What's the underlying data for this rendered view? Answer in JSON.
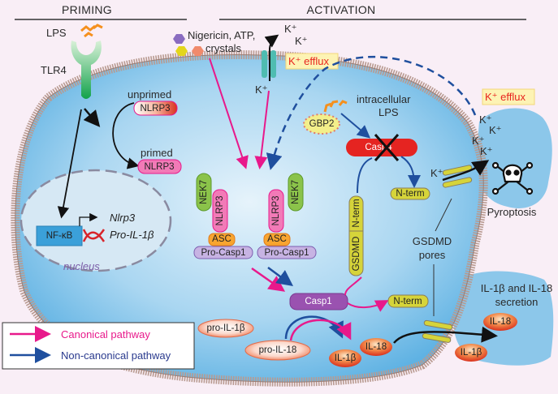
{
  "headers": {
    "priming": "PRIMING",
    "activation": "ACTIVATION"
  },
  "priming": {
    "lps": "LPS",
    "tlr4": "TLR4",
    "unprimed": "unprimed",
    "primed": "primed",
    "nlrp3": "NLRP3",
    "nfkb": "NF-κB",
    "gene1": "Nlrp3",
    "gene2": "Pro-IL-1β",
    "nucleus": "nucleus"
  },
  "activation": {
    "stimuli_line1": "Nigericin, ATP,",
    "stimuli_line2": "crystals",
    "k": "K⁺",
    "k_efflux": "K⁺ efflux",
    "intracellular_line1": "intracellular",
    "intracellular_line2": "LPS",
    "gbp2": "GBP2",
    "casp4": "Casp4",
    "n_term": "N-term",
    "gsdmd": "GSDMD",
    "nek7": "NEK7",
    "nlrp3": "NLRP3",
    "asc": "ASC",
    "pro_casp1": "Pro-Casp1",
    "casp1": "Casp1",
    "pro_il1b": "pro-IL-1β",
    "pro_il18": "pro-IL-18",
    "il1b": "IL-1β",
    "il18": "IL-18",
    "gsdmd_pores_line1": "GSDMD",
    "gsdmd_pores_line2": "pores",
    "pyroptosis": "Pyroptosis",
    "secretion_line1": "IL-1β and IL-18",
    "secretion_line2": "secretion"
  },
  "legend": {
    "canonical": "Canonical pathway",
    "non_canonical": "Non-canonical pathway"
  },
  "colors": {
    "canonical": "#e8198b",
    "non_canonical": "#1f4f9e",
    "background": "#f9eef6",
    "cytoplasm": "#8ec9ec",
    "k_efflux_text": "#e8251f"
  }
}
